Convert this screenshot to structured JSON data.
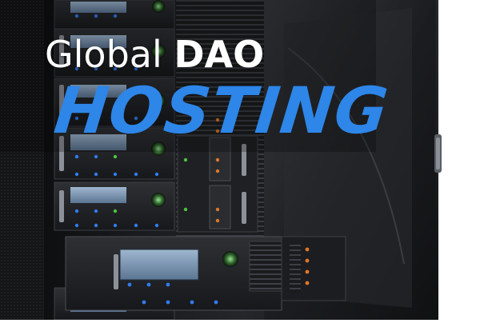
{
  "headline": {
    "line1_regular": "Global",
    "line1_bold": "DAO",
    "line2": "HOSTING"
  },
  "colors": {
    "accent": "#2d86e8",
    "headline_text": "#ffffff",
    "background": "#ffffff",
    "rack_body": "#1b1c1e",
    "led_blue": "#2f7cf0",
    "led_green": "#49c43f",
    "led_orange": "#e0782a"
  }
}
